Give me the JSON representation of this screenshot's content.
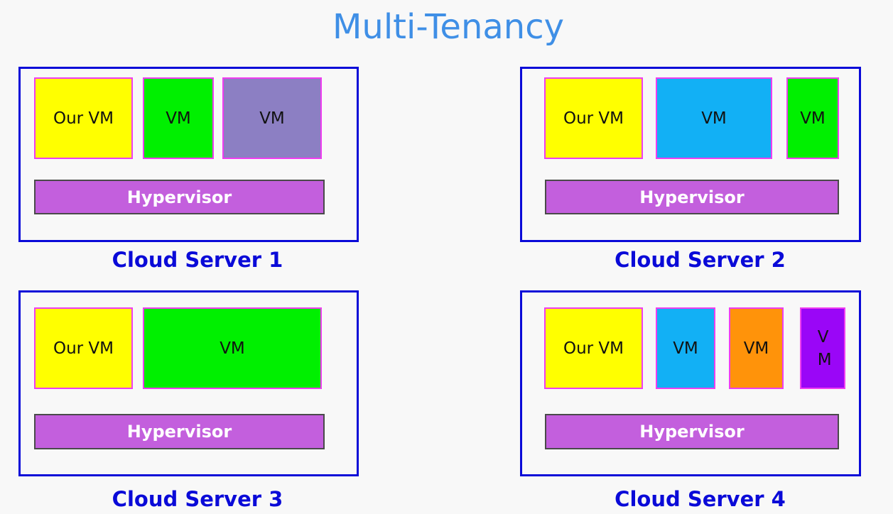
{
  "title": "Multi-Tenancy",
  "colors": {
    "title": "#3f8fe6",
    "server_border": "#0a0ad8",
    "vm_border": "#ef3df0",
    "hypervisor": "#c35fdd",
    "our_vm": "#ffff00",
    "green_vm": "#00f000",
    "gray_purple_vm": "#8c7fc3",
    "blue_vm": "#12b0f5",
    "orange_vm": "#ff930a",
    "purple_vm": "#9a06f7"
  },
  "servers": [
    {
      "label": "Cloud Server 1",
      "hypervisor": "Hypervisor",
      "vms": [
        {
          "label": "Our VM",
          "color": "#ffff00"
        },
        {
          "label": "VM",
          "color": "#00f000"
        },
        {
          "label": "VM",
          "color": "#8c7fc3"
        }
      ]
    },
    {
      "label": "Cloud Server 2",
      "hypervisor": "Hypervisor",
      "vms": [
        {
          "label": "Our VM",
          "color": "#ffff00"
        },
        {
          "label": "VM",
          "color": "#12b0f5"
        },
        {
          "label": "VM",
          "color": "#00f000"
        }
      ]
    },
    {
      "label": "Cloud Server 3",
      "hypervisor": "Hypervisor",
      "vms": [
        {
          "label": "Our VM",
          "color": "#ffff00"
        },
        {
          "label": "VM",
          "color": "#00f000"
        }
      ]
    },
    {
      "label": "Cloud Server 4",
      "hypervisor": "Hypervisor",
      "vms": [
        {
          "label": "Our VM",
          "color": "#ffff00"
        },
        {
          "label": "VM",
          "color": "#12b0f5"
        },
        {
          "label": "VM",
          "color": "#ff930a"
        },
        {
          "label": "VM",
          "color": "#9a06f7"
        }
      ]
    }
  ]
}
